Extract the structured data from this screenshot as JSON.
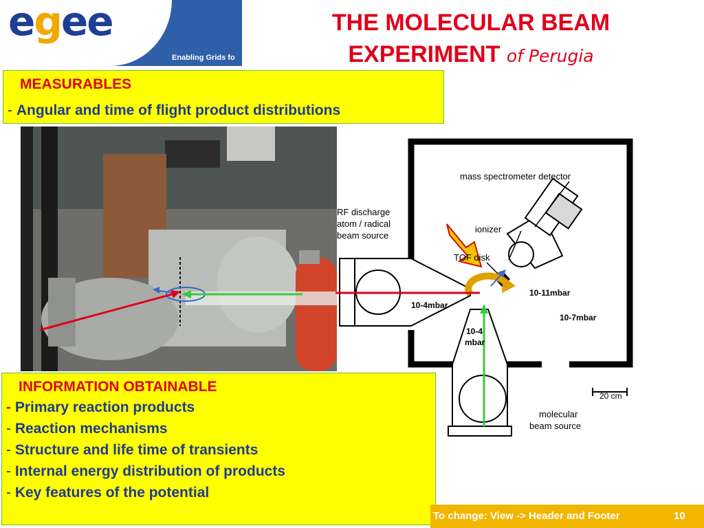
{
  "logo": {
    "tagline": "Enabling Grids fo"
  },
  "title": {
    "main_line1": "THE MOLECULAR BEAM",
    "main_line2": "EXPERIMENT",
    "sub": "of Perugia"
  },
  "measurables": {
    "heading": "MEASURABLES",
    "items": [
      "Angular and time of flight product distributions"
    ]
  },
  "information": {
    "heading": "INFORMATION OBTAINABLE",
    "items": [
      "Primary reaction products",
      "Reaction mechanisms",
      "Structure and life time of transients",
      "Internal energy distribution of products",
      "Key features of the potential"
    ]
  },
  "diagram": {
    "label_detector": "mass spectrometer detector",
    "label_rf_1": "RF discharge",
    "label_rf_2": "atom / radical",
    "label_rf_3": "beam source",
    "label_ionizer": "ionizer",
    "label_tof": "TOF disk",
    "label_p1": "10-4mbar",
    "label_p2": "10-11mbar",
    "label_p3": "10-7mbar",
    "label_p4a": "10-4",
    "label_p4b": "mbar",
    "label_scale": "20 cm",
    "label_source_1": "molecular",
    "label_source_2": "beam  source"
  },
  "footer": {
    "text": "To change: View -> Header and Footer",
    "page": "10"
  },
  "colors": {
    "title": "#e0001b",
    "box_bg": "#ffff00",
    "item_text": "#1f3a93",
    "footer_bg": "#f2b500",
    "logo_blue": "#2f5fa8",
    "beam_red": "#e0001b",
    "beam_green": "#3cc83c"
  }
}
